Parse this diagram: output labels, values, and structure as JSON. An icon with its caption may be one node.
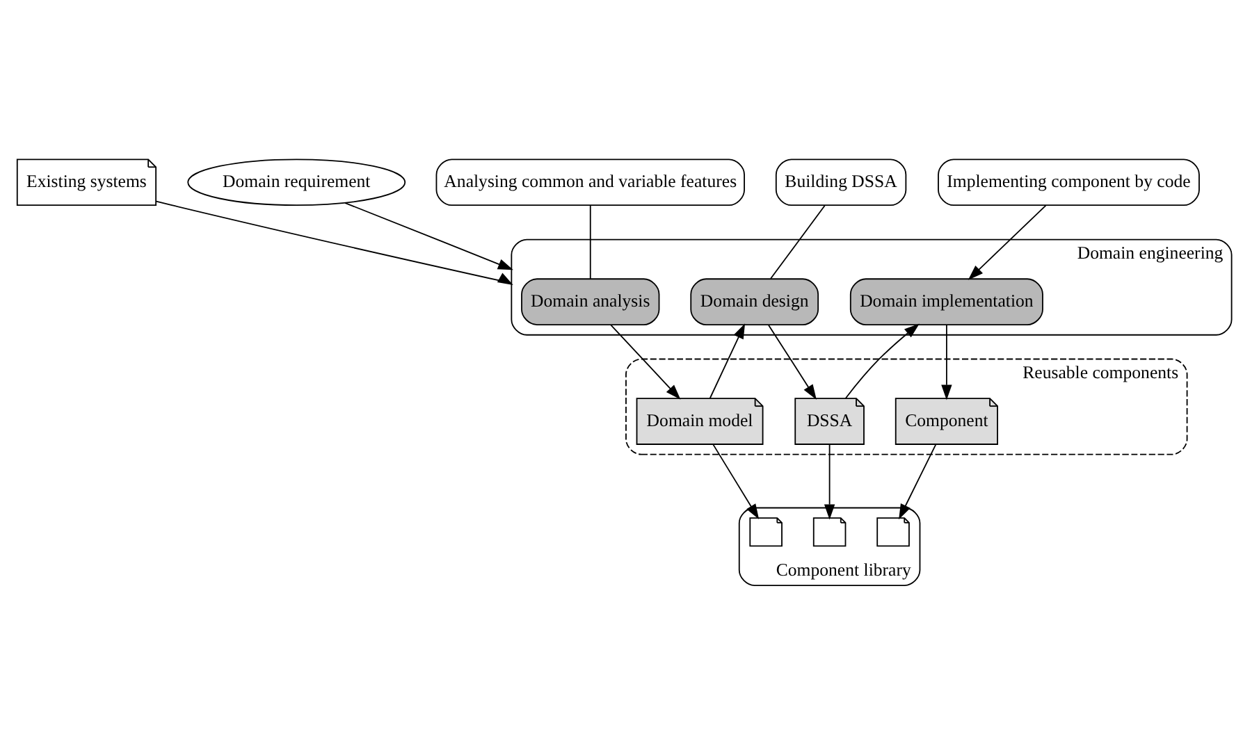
{
  "diagram": {
    "nodes": [
      {
        "text": [
          "Analysing common and variable features"
        ]
      },
      {
        "text": [
          "Building DSSA"
        ]
      },
      {
        "text": [
          "Implementing component by code"
        ]
      },
      {
        "text": [
          "Domain engineering"
        ]
      },
      {
        "text": [
          "Existing systems"
        ]
      },
      {
        "text": [
          "Domain requirement"
        ]
      },
      {
        "text": [
          "Domain analysis"
        ],
        "in": 3
      },
      {
        "text": [
          "Domain design"
        ],
        "in": 3
      },
      {
        "text": [
          "Domain implementation"
        ],
        "in": 3
      },
      {
        "text": [
          "Reusable components"
        ]
      },
      {
        "text": [
          "Domain model"
        ],
        "in": 9
      },
      {
        "text": [
          "DSSA"
        ],
        "in": 9
      },
      {
        "text": [
          "Component"
        ],
        "in": 9
      },
      {
        "text": [
          "Component library"
        ]
      },
      {
        "text": [],
        "shape": "document",
        "in": 13
      },
      {
        "text": [],
        "shape": "document",
        "in": 13
      },
      {
        "text": [],
        "shape": "document",
        "in": 13
      }
    ],
    "edges": [
      {
        "from": 0,
        "to": 6,
        "arrow": "none"
      },
      {
        "from": 1,
        "to": 7,
        "arrow": "none"
      },
      {
        "from": 2,
        "to": 8,
        "arrow": "to"
      },
      {
        "from": 4,
        "to": 3,
        "arrow": "to"
      },
      {
        "from": 5,
        "to": 3,
        "arrow": "to"
      },
      {
        "from": 6,
        "to": 10,
        "arrow": "to"
      },
      {
        "from": 10,
        "to": 7,
        "arrow": "to"
      },
      {
        "from": 7,
        "to": 11,
        "arrow": "to"
      },
      {
        "from": 11,
        "to": 8,
        "arrow": "to"
      },
      {
        "from": 8,
        "to": 12,
        "arrow": "to"
      },
      {
        "from": 10,
        "to": 14,
        "arrow": "to"
      },
      {
        "from": 11,
        "to": 15,
        "arrow": "to"
      },
      {
        "from": 12,
        "to": 16,
        "arrow": "to"
      }
    ]
  }
}
